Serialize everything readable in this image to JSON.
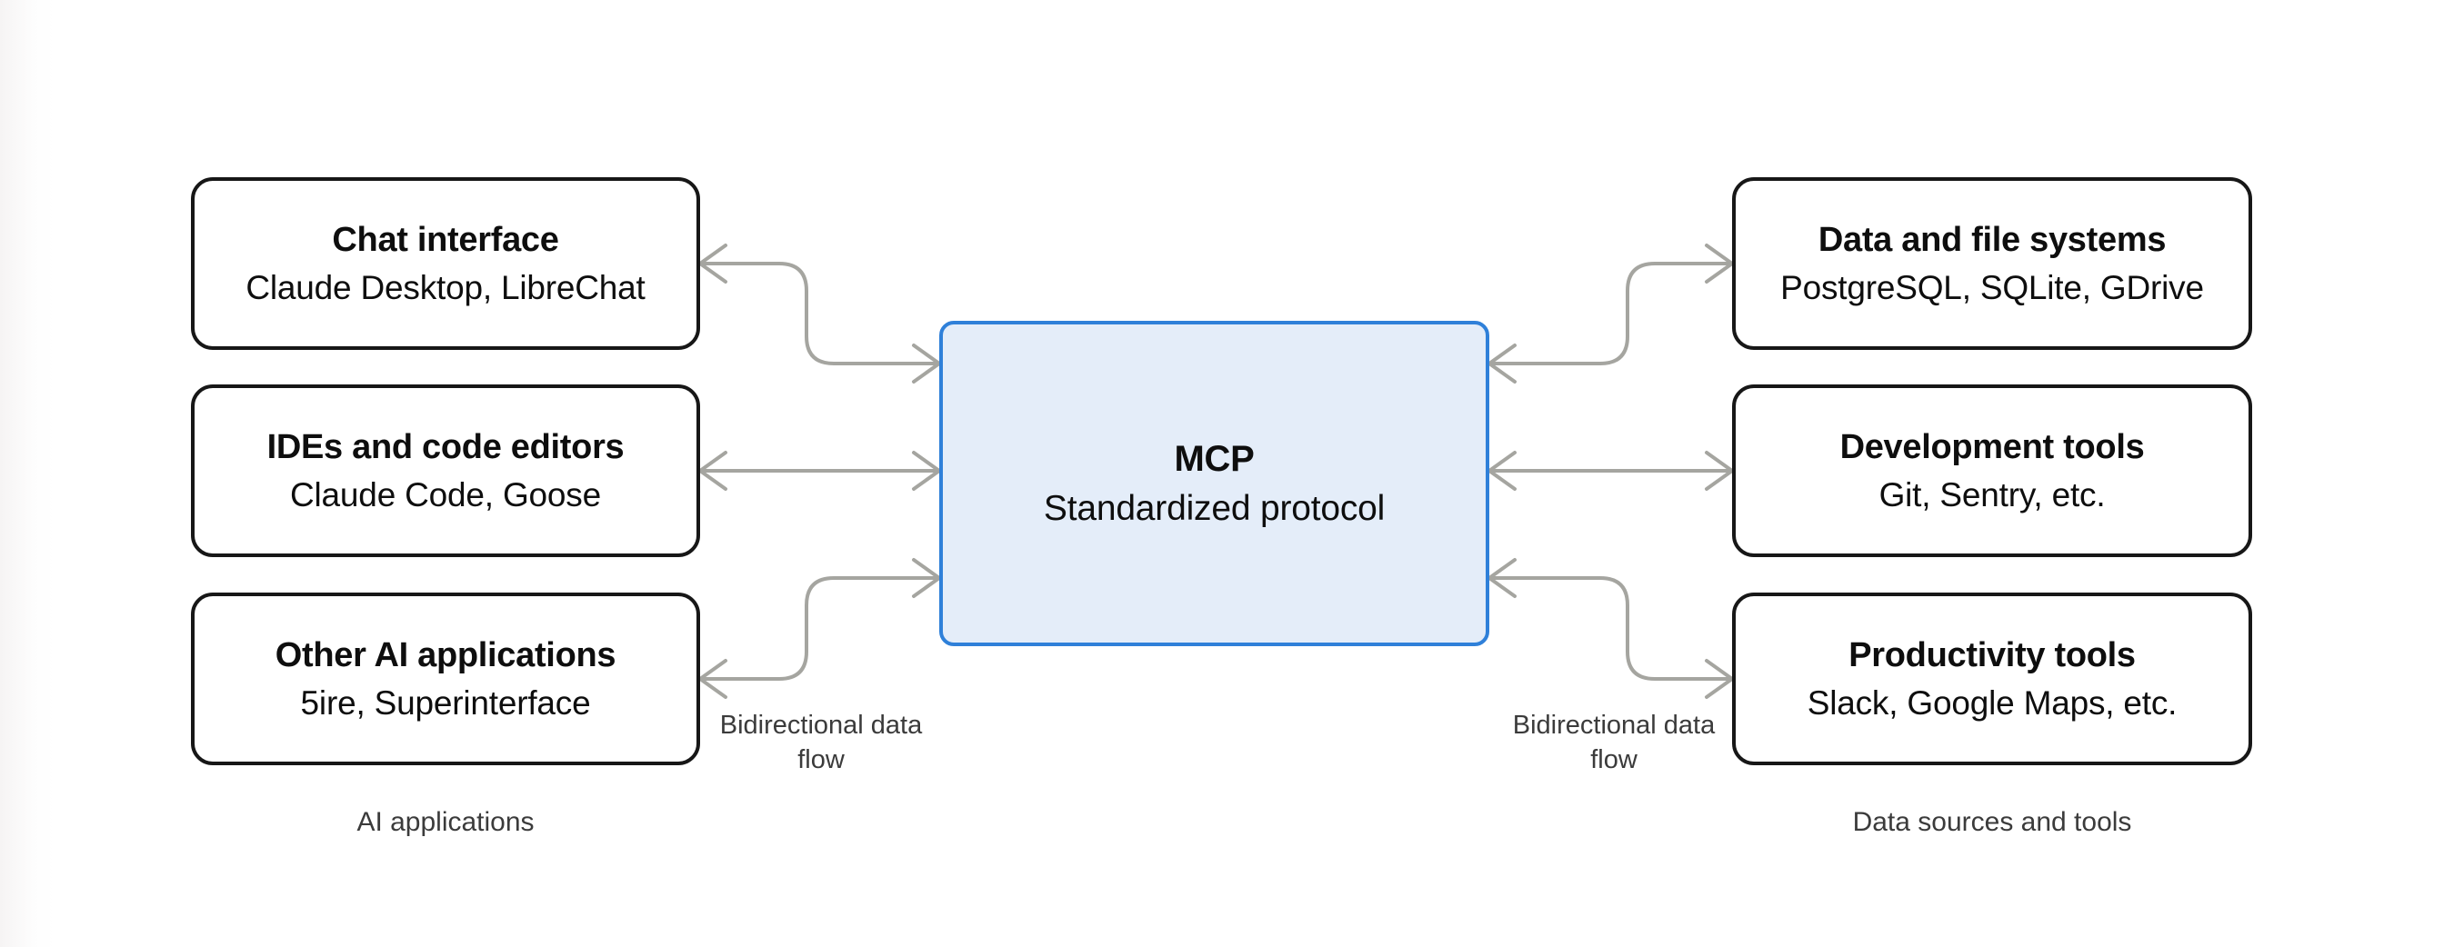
{
  "diagram": {
    "center": {
      "title": "MCP",
      "subtitle": "Standardized protocol"
    },
    "left_column": {
      "group_label": "AI applications",
      "flow_label": "Bidirectional data flow",
      "boxes": [
        {
          "title": "Chat interface",
          "subtitle": "Claude Desktop, LibreChat"
        },
        {
          "title": "IDEs and code editors",
          "subtitle": "Claude Code, Goose"
        },
        {
          "title": "Other AI applications",
          "subtitle": "5ire, Superinterface"
        }
      ]
    },
    "right_column": {
      "group_label": "Data sources and tools",
      "flow_label": "Bidirectional data flow",
      "boxes": [
        {
          "title": "Data and file systems",
          "subtitle": "PostgreSQL, SQLite, GDrive"
        },
        {
          "title": "Development tools",
          "subtitle": "Git, Sentry, etc."
        },
        {
          "title": "Productivity tools",
          "subtitle": "Slack, Google Maps, etc."
        }
      ]
    },
    "colors": {
      "node_border": "#171717",
      "node_fill": "#ffffff",
      "center_fill": "#e4edf9",
      "center_border": "#2f80d9",
      "connector": "#a5a5a0",
      "secondary_text": "#3b3b3b",
      "text": "#0e0e0e",
      "background": "#ffffff"
    }
  }
}
